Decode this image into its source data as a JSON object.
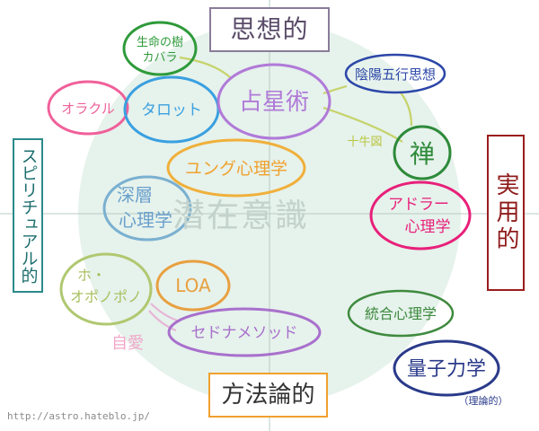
{
  "axes": {
    "top": "思想的",
    "bottom": "方法論的",
    "right": "実用的",
    "left": "スピリチュアル的"
  },
  "center_label": "潜在意識",
  "nodes": [
    {
      "id": "seimei",
      "label_line1": "生命の樹",
      "label_line2": "カバラ",
      "color": "#2e9a3a"
    },
    {
      "id": "oracle",
      "label": "オラクル",
      "color": "#f0609a"
    },
    {
      "id": "tarot",
      "label": "タロット",
      "color": "#3aa0e0"
    },
    {
      "id": "astrology",
      "label": "占星術",
      "color": "#b07ad8"
    },
    {
      "id": "inyo",
      "label": "陰陽五行思想",
      "color": "#2c47a8"
    },
    {
      "id": "zen",
      "label": "禅",
      "color": "#2e8a3a"
    },
    {
      "id": "jung",
      "label": "ユング心理学",
      "color": "#f0a22e"
    },
    {
      "id": "depth",
      "label_line1": "深層",
      "label_line2": "心理学",
      "color": "#6aa0cc"
    },
    {
      "id": "adler",
      "label_line1": "アドラー",
      "label_line2": "心理学",
      "color": "#e8207a"
    },
    {
      "id": "hooponopono",
      "label_line1": "ホ・",
      "label_line2": "オポノポノ",
      "color": "#a8c060"
    },
    {
      "id": "loa",
      "label": "LOA",
      "color": "#e8a040"
    },
    {
      "id": "sedona",
      "label": "セドナメソッド",
      "color": "#a870cc"
    },
    {
      "id": "tougou",
      "label": "統合心理学",
      "color": "#3e8a3e"
    },
    {
      "id": "quantum",
      "label": "量子力学",
      "color": "#2a3a8a"
    }
  ],
  "loose_labels": {
    "jikkozu": "十牛図",
    "jiai": "自愛",
    "riron": "（理論的）"
  },
  "url": "http://astro.hateblo.jp/"
}
